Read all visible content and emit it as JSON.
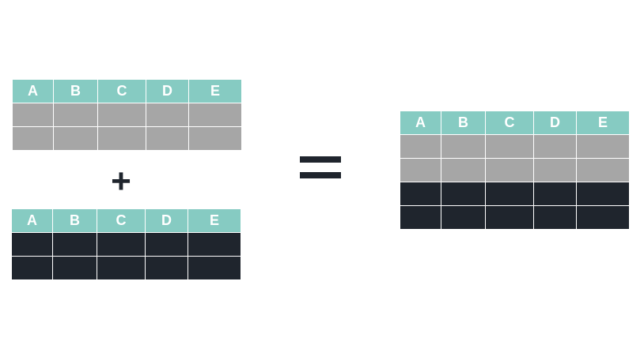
{
  "columns": [
    "A",
    "B",
    "C",
    "D",
    "E"
  ],
  "operators": {
    "plus": "+",
    "equals": "="
  },
  "colors": {
    "header": "#86cbc2",
    "gray_rows": "#a6a6a6",
    "dark_rows": "#1f252d"
  },
  "tables": {
    "top": {
      "rows": [
        "gray",
        "gray"
      ]
    },
    "bottom": {
      "rows": [
        "dark",
        "dark"
      ]
    },
    "result": {
      "rows": [
        "gray",
        "gray",
        "dark",
        "dark"
      ]
    }
  }
}
